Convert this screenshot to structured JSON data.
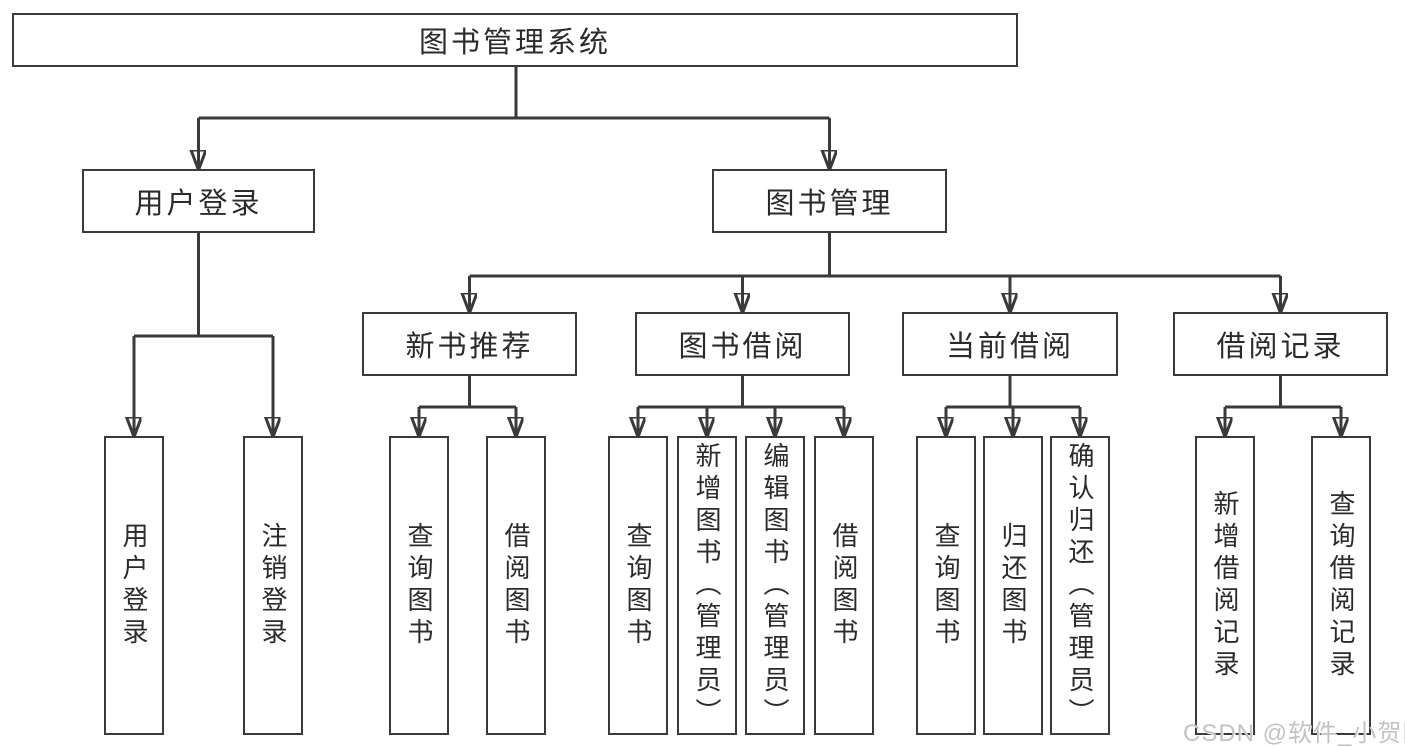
{
  "tree": {
    "label": "图书管理系统",
    "children": [
      {
        "label": "用户登录",
        "children": [
          {
            "label": "用户登录"
          },
          {
            "label": "注销登录"
          }
        ]
      },
      {
        "label": "图书管理",
        "children": [
          {
            "label": "新书推荐",
            "children": [
              {
                "label": "查询图书"
              },
              {
                "label": "借阅图书"
              }
            ]
          },
          {
            "label": "图书借阅",
            "children": [
              {
                "label": "查询图书"
              },
              {
                "label": "新增图书（管理员）"
              },
              {
                "label": "编辑图书（管理员）"
              },
              {
                "label": "借阅图书"
              }
            ]
          },
          {
            "label": "当前借阅",
            "children": [
              {
                "label": "查询图书"
              },
              {
                "label": "归还图书"
              },
              {
                "label": "确认归还（管理员）"
              }
            ]
          },
          {
            "label": "借阅记录",
            "children": [
              {
                "label": "新增借阅记录"
              },
              {
                "label": "查询借阅记录"
              }
            ]
          }
        ]
      }
    ]
  },
  "watermark": {
    "text": "CSDN @软件_小贺同学"
  },
  "colors": {
    "line": "#3a3a3a",
    "text": "#2b2b2b",
    "watermark": "#c3c3c3",
    "background": "#ffffff"
  }
}
